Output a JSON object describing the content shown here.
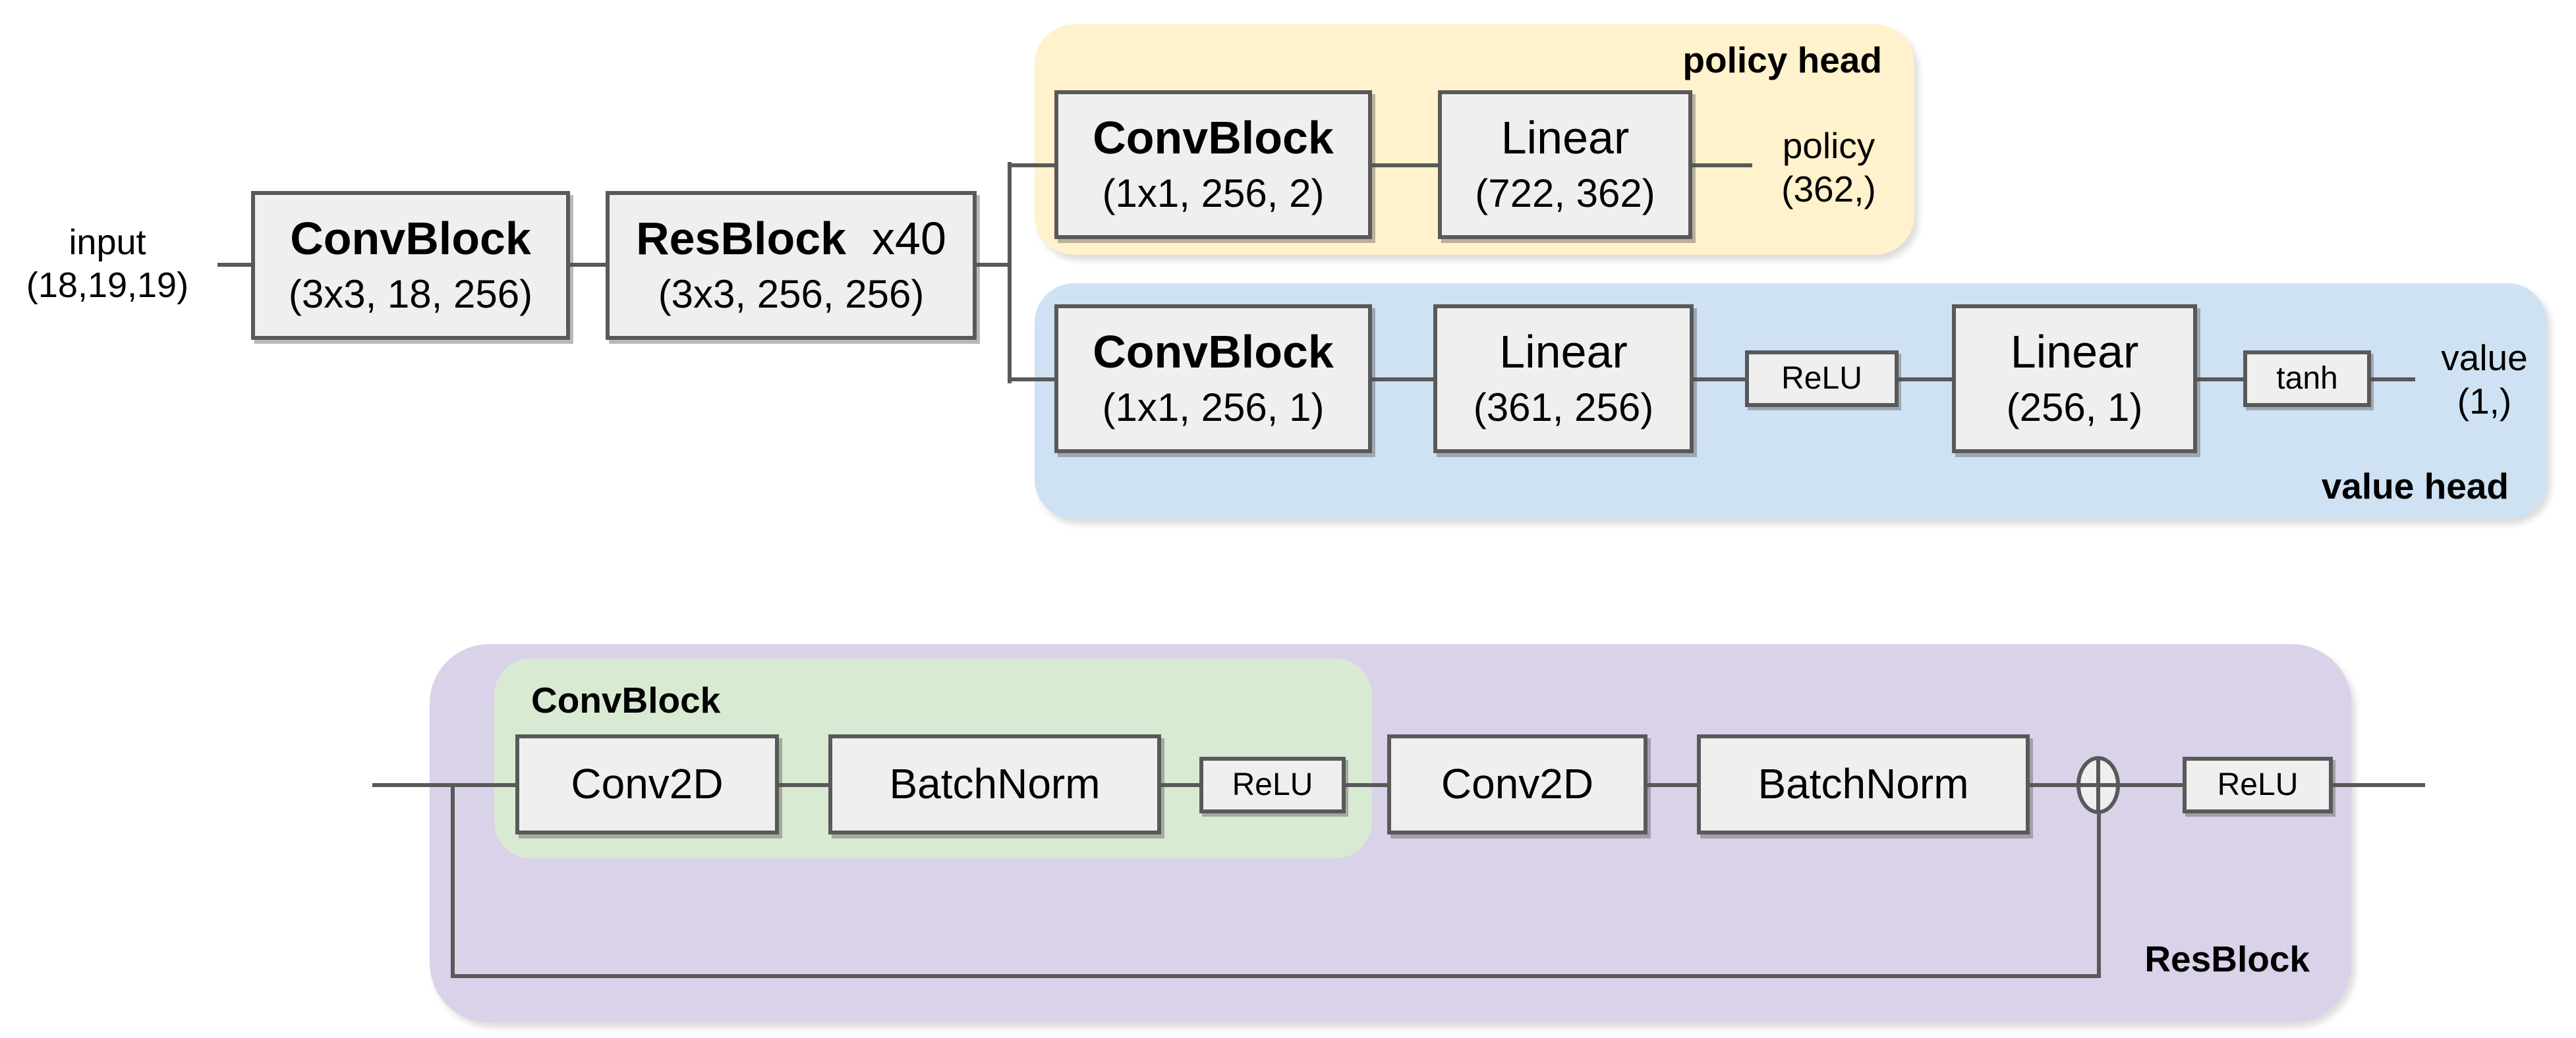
{
  "colors": {
    "policy_head_bg": "#fff2cc",
    "value_head_bg": "#cfe2f3",
    "resblock_bg": "#d9d2e9",
    "convblock_bg": "#d9ead3",
    "box_fill": "#efefef",
    "line": "#595959",
    "text": "#000000"
  },
  "top": {
    "input": {
      "name": "input",
      "shape": "(18,19,19)"
    },
    "conv_block": {
      "title": "ConvBlock",
      "subtitle": "(3x3, 18, 256)"
    },
    "res_block": {
      "title": "ResBlock",
      "suffix": "x40",
      "subtitle": "(3x3, 256, 256)"
    },
    "policy_head": {
      "label": "policy head",
      "conv_block": {
        "title": "ConvBlock",
        "subtitle": "(1x1, 256, 2)"
      },
      "linear": {
        "title": "Linear",
        "subtitle": "(722, 362)"
      },
      "output": {
        "name": "policy",
        "shape": "(362,)"
      }
    },
    "value_head": {
      "label": "value head",
      "conv_block": {
        "title": "ConvBlock",
        "subtitle": "(1x1, 256, 1)"
      },
      "linear1": {
        "title": "Linear",
        "subtitle": "(361, 256)"
      },
      "relu": {
        "label": "ReLU"
      },
      "linear2": {
        "title": "Linear",
        "subtitle": "(256, 1)"
      },
      "tanh": {
        "label": "tanh"
      },
      "output": {
        "name": "value",
        "shape": "(1,)"
      }
    }
  },
  "bottom": {
    "resblock_label": "ResBlock",
    "convblock_label": "ConvBlock",
    "conv2d_1": {
      "label": "Conv2D"
    },
    "batchnorm_1": {
      "label": "BatchNorm"
    },
    "relu_1": {
      "label": "ReLU"
    },
    "conv2d_2": {
      "label": "Conv2D"
    },
    "batchnorm_2": {
      "label": "BatchNorm"
    },
    "relu_2": {
      "label": "ReLU"
    }
  }
}
